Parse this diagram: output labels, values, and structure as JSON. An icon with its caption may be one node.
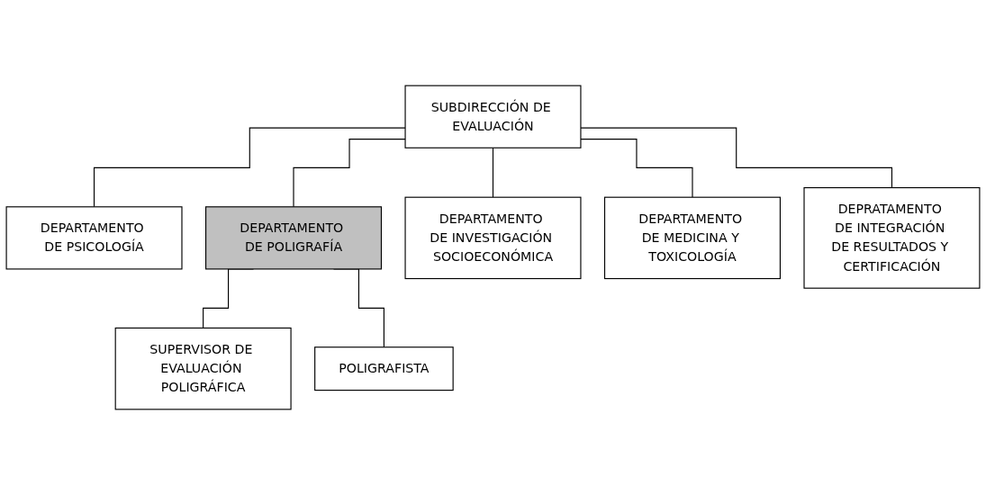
{
  "diagram": {
    "nodes": [
      {
        "text": [
          "SUBDIRECCIÓN DE EVALUACIÓN"
        ]
      },
      {
        "text": [
          "DEPARTAMENTO DE PSICOLOGÍA"
        ]
      },
      {
        "text": [
          "DEPARTAMENTO DE POLIGRAFÍA"
        ]
      },
      {
        "text": [
          "DEPARTAMENTO DE INVESTIGACIÓN SOCIOECONÓMICA"
        ]
      },
      {
        "text": [
          "DEPARTAMENTO DE MEDICINA Y TOXICOLOGÍA"
        ]
      },
      {
        "text": [
          "DEPRATAMENTO DE INTEGRACIÓN DE RESULTADOS Y CERTIFICACIÓN"
        ]
      },
      {
        "text": [
          "SUPERVISOR DE EVALUACIÓN POLIGRÁFICA"
        ]
      },
      {
        "text": [
          "POLIGRAFISTA"
        ]
      }
    ],
    "edges": [
      {
        "from": 0,
        "to": 1,
        "arrow": "none"
      },
      {
        "from": 0,
        "to": 2,
        "arrow": "none"
      },
      {
        "from": 0,
        "to": 3,
        "arrow": "none"
      },
      {
        "from": 0,
        "to": 4,
        "arrow": "none"
      },
      {
        "from": 0,
        "to": 5,
        "arrow": "none"
      },
      {
        "from": 2,
        "to": 6,
        "arrow": "none"
      },
      {
        "from": 2,
        "to": 7,
        "arrow": "none"
      }
    ]
  }
}
